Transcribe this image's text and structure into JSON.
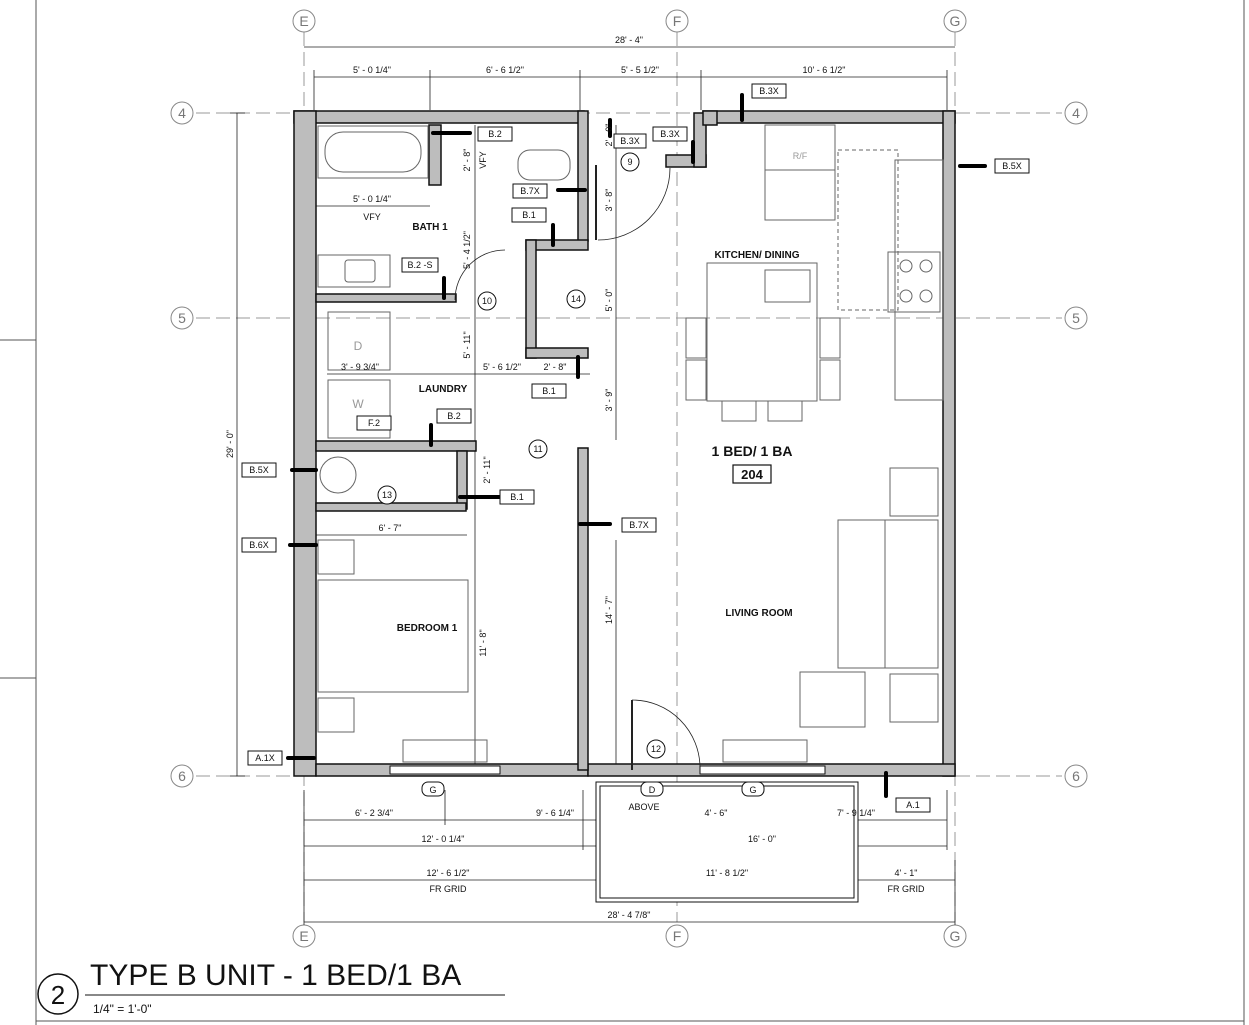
{
  "title": {
    "number": "2",
    "name": "TYPE B UNIT - 1 BED/1 BA",
    "scale": "1/4\" = 1'-0\""
  },
  "grid": {
    "cols": [
      "E",
      "F",
      "G"
    ],
    "rows": [
      "4",
      "5",
      "6"
    ]
  },
  "unit": {
    "label": "1 BED/ 1 BA",
    "number": "204"
  },
  "rooms": {
    "bath": "BATH 1",
    "laundry": "LAUNDRY",
    "bedroom": "BEDROOM 1",
    "kitchen": "KITCHEN/ DINING",
    "living": "LIVING ROOM"
  },
  "fixtures": {
    "vfy": "VFY",
    "vfy_v": "VFY",
    "rf": "R/F",
    "dryer": "D",
    "washer": "W"
  },
  "dims": {
    "overall_top": "28' - 4\"",
    "top_1": "5' - 0 1/4\"",
    "top_2": "6' - 6 1/2\"",
    "top_3": "5' - 5 1/2\"",
    "top_4": "10' - 6 1/2\"",
    "left_overall": "29' - 0\"",
    "bath_vfy": "5' - 0 1/4\"",
    "bath_28": "2' - 8\"",
    "bath_541": "5' - 4 1/2\"",
    "v_20": "2' - 0\"",
    "v_38": "3' - 8\"",
    "v_50": "5' - 0\"",
    "v_39": "3' - 9\"",
    "v_511": "5' - 11\"",
    "laundry_w": "3' - 9 3/4\"",
    "h_561": "5' - 6 1/2\"",
    "h_28": "2' - 8\"",
    "v_211": "2' - 11\"",
    "closet_w": "6' - 7\"",
    "bed_v": "11' - 8\"",
    "living_v": "14' - 7\"",
    "b1": "6' - 2 3/4\"",
    "b2": "9' - 6 1/4\"",
    "b3": "4' - 6\"",
    "b4": "7' - 9 1/4\"",
    "b5": "12' - 0 1/4\"",
    "b6": "16' - 0\"",
    "b7": "12' - 6 1/2\"",
    "b8": "11' - 8 1/2\"",
    "b9": "4' - 1\"",
    "fr_grid_1": "FR GRID",
    "fr_grid_2": "FR GRID",
    "overall_bottom": "28' - 4 7/8\""
  },
  "tags": {
    "b3x_top": "B.3X",
    "b3x_a": "B.3X",
    "b3x_b": "B.3X",
    "b5x_right": "B.5X",
    "b2_bath": "B.2",
    "b7x_bath": "B.7X",
    "b1_bath": "B.1",
    "b2s": "B.2 -S",
    "b1_mid": "B.1",
    "f2": "F.2",
    "b2_laundry": "B.2",
    "b5x_left": "B.5X",
    "b1_closet": "B.1",
    "b7x_living": "B.7X",
    "b6x": "B.6X",
    "a1x": "A.1X",
    "a1": "A.1"
  },
  "doors": [
    "9",
    "10",
    "11",
    "12",
    "13",
    "14"
  ],
  "windows": {
    "g1": "G",
    "g2": "G",
    "d": "D",
    "d_above": "ABOVE"
  }
}
